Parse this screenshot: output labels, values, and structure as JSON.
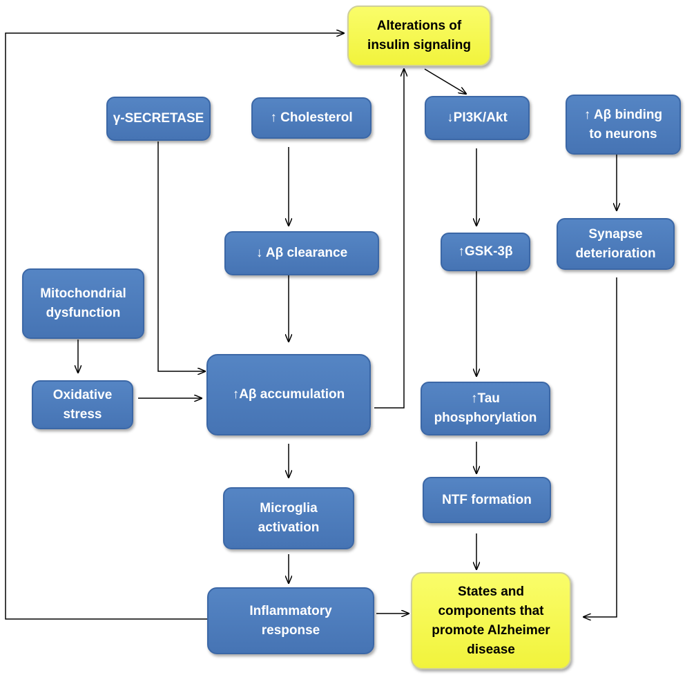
{
  "colors": {
    "blue_box": "#4f7ec0",
    "yellow_box": "#f6f84f",
    "arrow": "#000000"
  },
  "nodes": {
    "insulin": "Alterations of\ninsulin signaling",
    "gamma": "γ-SECRETASE",
    "cholesterol": "↑ Cholesterol",
    "pi3k": "↓PI3K/Akt",
    "abeta_binding": "↑ Aβ binding\nto neurons",
    "clearance": "↓ Aβ clearance",
    "gsk": "↑GSK-3β",
    "synapse": "Synapse\ndeterioration",
    "mito": "Mitochondrial\ndysfunction",
    "oxidative": "Oxidative\nstress",
    "accumulation": "↑Aβ accumulation",
    "tau": "↑Tau\nphosphorylation",
    "microglia": "Microglia\nactivation",
    "ntf": "NTF formation",
    "inflammatory": "Inflammatory\nresponse",
    "states": "States and\ncomponents that\npromote Alzheimer\ndisease"
  }
}
